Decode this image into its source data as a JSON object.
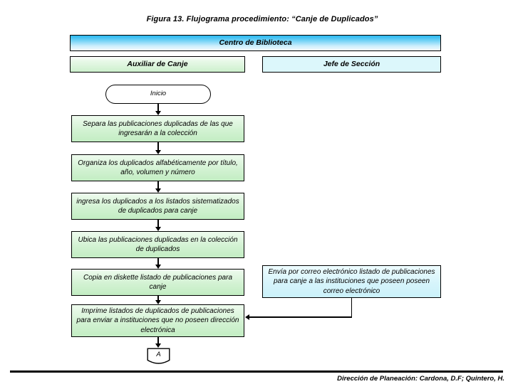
{
  "figure": {
    "title": "Figura 13. Flujograma procedimiento: “Canje de Duplicados”"
  },
  "banner": {
    "label": "Centro de Biblioteca"
  },
  "lanes": [
    {
      "id": "auxiliar",
      "label": "Auxiliar de Canje"
    },
    {
      "id": "jefe",
      "label": "Jefe de Sección"
    }
  ],
  "nodes": {
    "inicio": {
      "label": "Inicio",
      "shape": "terminator"
    },
    "separa": {
      "label": "Separa las publicaciones duplicadas de las que ingresarán a la colección",
      "shape": "process"
    },
    "organiza": {
      "label": "Organiza los duplicados alfabéticamente por título, año, volumen y número",
      "shape": "process"
    },
    "ingresa": {
      "label": "ingresa los duplicados a los listados sistematizados de duplicados para canje",
      "shape": "process"
    },
    "ubica": {
      "label": "Ubica las publicaciones duplicadas en la colección de duplicados",
      "shape": "process"
    },
    "copia": {
      "label": "Copia en diskette listado de publicaciones para canje",
      "shape": "process"
    },
    "imprime": {
      "label": "Imprime listados de duplicados de publicaciones para enviar a instituciones que no poseen dirección electrónica",
      "shape": "process"
    },
    "envia": {
      "label": "Envía por correo electrónico listado de publicaciones para canje a las instituciones que poseen poseen correo electrónico",
      "shape": "process"
    },
    "connector_a": {
      "label": "A",
      "shape": "off-page-connector"
    }
  },
  "footer": {
    "credit": "Dirección de Planeación: Cardona, D.F; Quintero, H."
  },
  "colors": {
    "banner_top": "#27b7ef",
    "banner_bottom": "#f3fbfe",
    "lane_green": "#cdf0cd",
    "lane_cyan": "#dcf7fb",
    "process_green": "#d3f2d3",
    "process_cyan": "#d6f4fb",
    "outline": "#000000",
    "page_background": "#ffffff"
  }
}
